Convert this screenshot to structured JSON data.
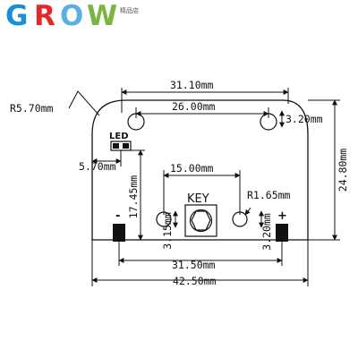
{
  "logo": {
    "letters": [
      "G",
      "R",
      "O",
      "W"
    ],
    "tagline": "精品店",
    "colors": {
      "G": "#1a8fd6",
      "R": "#e02a2a",
      "O": "#5ab0e6",
      "W": "#7ab540"
    }
  },
  "board": {
    "led_label": "LED",
    "key_label": "KEY",
    "neg_label": "-",
    "pos_label": "+"
  },
  "dimensions": {
    "corner_radius": "R5.70mm",
    "hole_spacing_top": "31.10mm",
    "inner_width": "26.00mm",
    "hole_offset_right": "3.20mm",
    "height": "24.80mm",
    "led_offset": "5.70mm",
    "button_spacing": "15.00mm",
    "hole_radius": "R1.65mm",
    "vertical_pos": "17.45mm",
    "left_small": "3.15mm",
    "right_small": "3.20mm",
    "pad_spacing": "31.50mm",
    "total_width": "42.50mm"
  }
}
